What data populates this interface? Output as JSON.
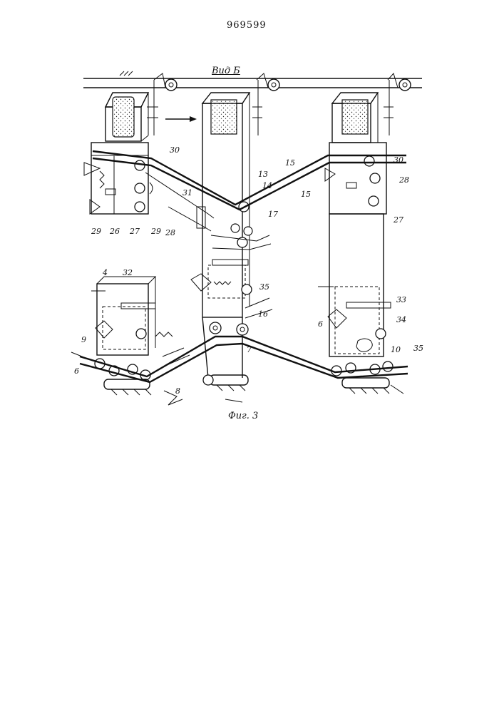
{
  "header": {
    "patent_number": "969599"
  },
  "view": {
    "title": "Вид Б"
  },
  "figure": {
    "caption": "Фиг. 3"
  },
  "labels": {
    "l4": "4",
    "l6a": "6",
    "l6b": "6",
    "l7": "7",
    "l8": "8",
    "l9": "9",
    "l10": "10",
    "l13": "13",
    "l14": "14",
    "l15a": "15",
    "l15b": "15",
    "l16": "16",
    "l17": "17",
    "l26": "26",
    "l27a": "27",
    "l27b": "27",
    "l28a": "28",
    "l28b": "28",
    "l29a": "29",
    "l29b": "29",
    "l30a": "30",
    "l30b": "30",
    "l31": "31",
    "l32": "32",
    "l33": "33",
    "l34": "34",
    "l35a": "35",
    "l35b": "35"
  },
  "icons": {
    "arrow": "arrow-right-icon"
  }
}
